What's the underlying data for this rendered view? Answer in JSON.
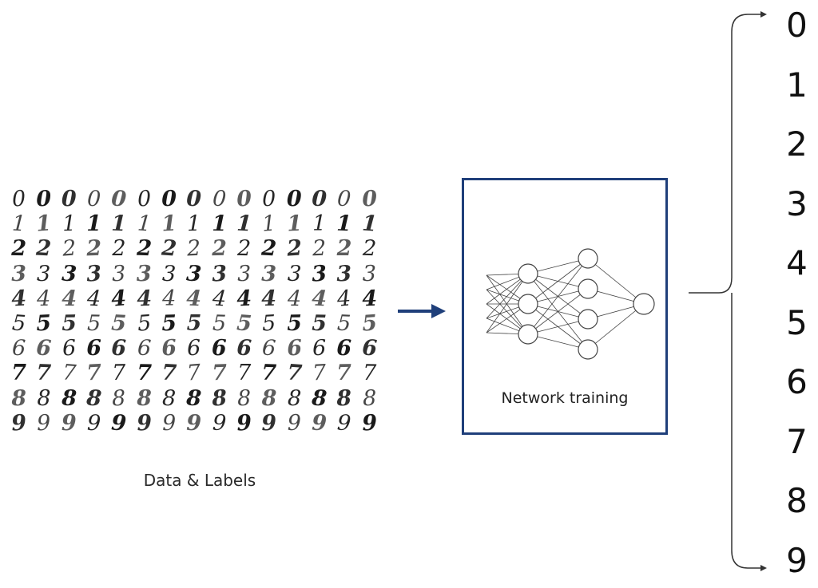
{
  "digit_grid": {
    "rows": [
      [
        "0",
        "0",
        "0",
        "0",
        "0",
        "0",
        "0",
        "0",
        "0",
        "0",
        "0",
        "0",
        "0",
        "0",
        "0"
      ],
      [
        "1",
        "1",
        "1",
        "1",
        "1",
        "1",
        "1",
        "1",
        "1",
        "1",
        "1",
        "1",
        "1",
        "1",
        "1"
      ],
      [
        "2",
        "2",
        "2",
        "2",
        "2",
        "2",
        "2",
        "2",
        "2",
        "2",
        "2",
        "2",
        "2",
        "2",
        "2"
      ],
      [
        "3",
        "3",
        "3",
        "3",
        "3",
        "3",
        "3",
        "3",
        "3",
        "3",
        "3",
        "3",
        "3",
        "3",
        "3"
      ],
      [
        "4",
        "4",
        "4",
        "4",
        "4",
        "4",
        "4",
        "4",
        "4",
        "4",
        "4",
        "4",
        "4",
        "4",
        "4"
      ],
      [
        "5",
        "5",
        "5",
        "5",
        "5",
        "5",
        "5",
        "5",
        "5",
        "5",
        "5",
        "5",
        "5",
        "5",
        "5"
      ],
      [
        "6",
        "6",
        "6",
        "6",
        "6",
        "6",
        "6",
        "6",
        "6",
        "6",
        "6",
        "6",
        "6",
        "6",
        "6"
      ],
      [
        "7",
        "7",
        "7",
        "7",
        "7",
        "7",
        "7",
        "7",
        "7",
        "7",
        "7",
        "7",
        "7",
        "7",
        "7"
      ],
      [
        "8",
        "8",
        "8",
        "8",
        "8",
        "8",
        "8",
        "8",
        "8",
        "8",
        "8",
        "8",
        "8",
        "8",
        "8"
      ],
      [
        "9",
        "9",
        "9",
        "9",
        "9",
        "9",
        "9",
        "9",
        "9",
        "9",
        "9",
        "9",
        "9",
        "9",
        "9"
      ]
    ],
    "caption": "Data & Labels"
  },
  "network": {
    "label": "Network training",
    "border_color": "#1f3f7a",
    "layers": [
      5,
      3,
      4,
      1
    ]
  },
  "arrow": {
    "color": "#1f3f7a"
  },
  "outputs": [
    "0",
    "1",
    "2",
    "3",
    "4",
    "5",
    "6",
    "7",
    "8",
    "9"
  ]
}
